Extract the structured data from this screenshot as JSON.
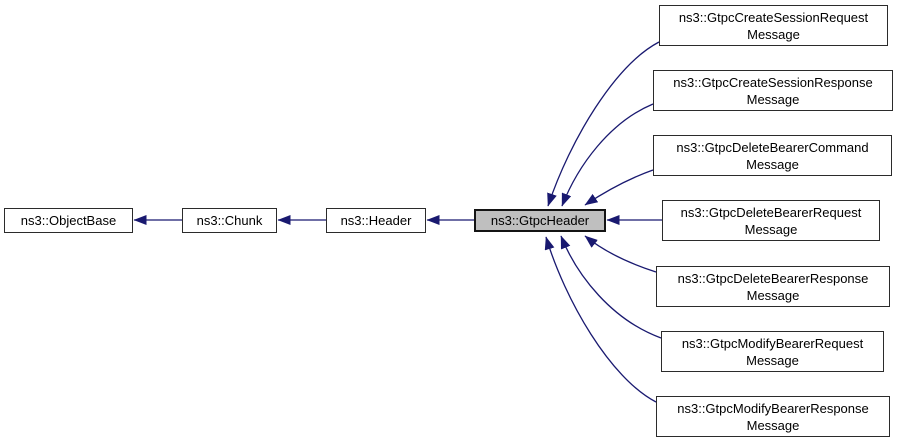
{
  "diagram": {
    "type": "class-inheritance-graph",
    "colors": {
      "background": "#ffffff",
      "arrow": "#191970",
      "node_border": "#2b2b2b",
      "node_fill": "#ffffff",
      "highlight_node_fill": "#bfbfbf",
      "text": "#000000"
    },
    "nodes": {
      "objectbase": {
        "label": "ns3::ObjectBase"
      },
      "chunk": {
        "label": "ns3::Chunk"
      },
      "header": {
        "label": "ns3::Header"
      },
      "gtpcheader": {
        "label": "ns3::GtpcHeader",
        "highlighted": true
      },
      "create_session_request": {
        "label": "ns3::GtpcCreateSessionRequestMessage",
        "line1": "ns3::GtpcCreateSessionRequest",
        "line2": "Message"
      },
      "create_session_response": {
        "label": "ns3::GtpcCreateSessionResponseMessage",
        "line1": "ns3::GtpcCreateSessionResponse",
        "line2": "Message"
      },
      "delete_bearer_command": {
        "label": "ns3::GtpcDeleteBearerCommandMessage",
        "line1": "ns3::GtpcDeleteBearerCommand",
        "line2": "Message"
      },
      "delete_bearer_request": {
        "label": "ns3::GtpcDeleteBearerRequestMessage",
        "line1": "ns3::GtpcDeleteBearerRequest",
        "line2": "Message"
      },
      "delete_bearer_response": {
        "label": "ns3::GtpcDeleteBearerResponseMessage",
        "line1": "ns3::GtpcDeleteBearerResponse",
        "line2": "Message"
      },
      "modify_bearer_request": {
        "label": "ns3::GtpcModifyBearerRequestMessage",
        "line1": "ns3::GtpcModifyBearerRequest",
        "line2": "Message"
      },
      "modify_bearer_response": {
        "label": "ns3::GtpcModifyBearerResponseMessage",
        "line1": "ns3::GtpcModifyBearerResponse",
        "line2": "Message"
      }
    },
    "edges": [
      {
        "from": "ns3::Chunk",
        "to": "ns3::ObjectBase"
      },
      {
        "from": "ns3::Header",
        "to": "ns3::Chunk"
      },
      {
        "from": "ns3::GtpcHeader",
        "to": "ns3::Header"
      },
      {
        "from": "ns3::GtpcCreateSessionRequestMessage",
        "to": "ns3::GtpcHeader"
      },
      {
        "from": "ns3::GtpcCreateSessionResponseMessage",
        "to": "ns3::GtpcHeader"
      },
      {
        "from": "ns3::GtpcDeleteBearerCommandMessage",
        "to": "ns3::GtpcHeader"
      },
      {
        "from": "ns3::GtpcDeleteBearerRequestMessage",
        "to": "ns3::GtpcHeader"
      },
      {
        "from": "ns3::GtpcDeleteBearerResponseMessage",
        "to": "ns3::GtpcHeader"
      },
      {
        "from": "ns3::GtpcModifyBearerRequestMessage",
        "to": "ns3::GtpcHeader"
      },
      {
        "from": "ns3::GtpcModifyBearerResponseMessage",
        "to": "ns3::GtpcHeader"
      }
    ]
  }
}
